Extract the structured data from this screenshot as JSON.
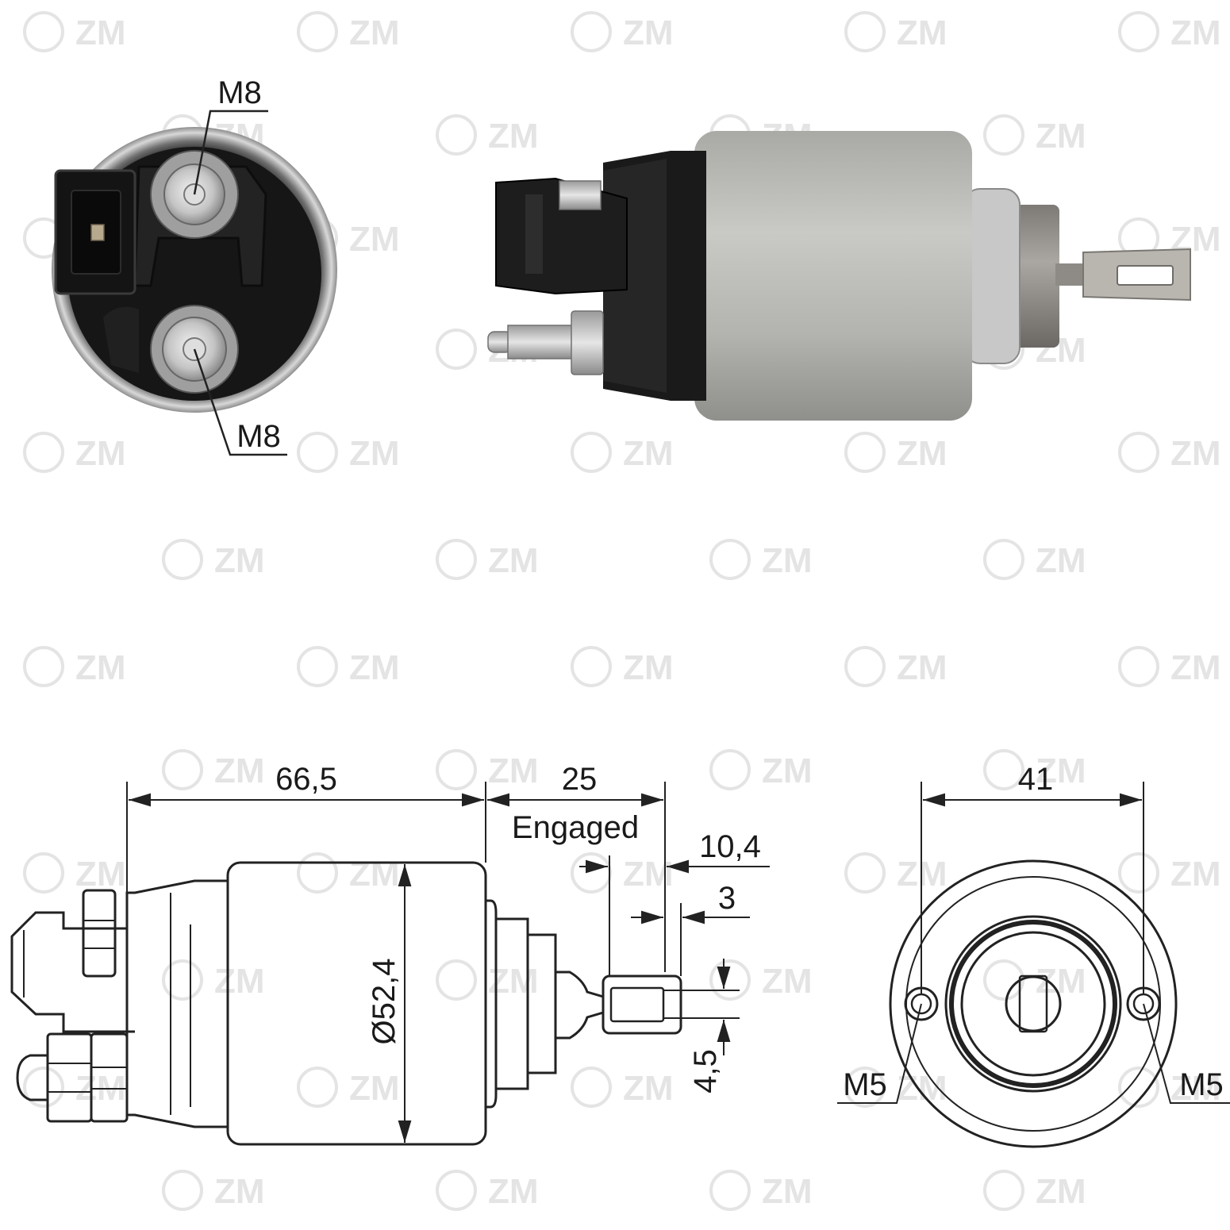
{
  "colors": {
    "background": "#ffffff",
    "line": "#222222",
    "housing_silver": "#b8b8b4",
    "body_black": "#1c1c1c",
    "watermark": "#e4e4e4"
  },
  "watermark_text": "ZM",
  "photo_end_view": {
    "label_top": "M8",
    "label_bottom": "M8"
  },
  "drawing_side_view": {
    "dim_length": "66,5",
    "dim_travel": "25",
    "dim_travel_note": "Engaged",
    "dim_tab_length": "10,4",
    "dim_tab_hole": "3",
    "dim_tab_width": "4,5",
    "dim_diameter": "Ø52,4"
  },
  "drawing_end_view": {
    "dim_hole_spacing": "41",
    "label_left": "M5",
    "label_right": "M5"
  }
}
